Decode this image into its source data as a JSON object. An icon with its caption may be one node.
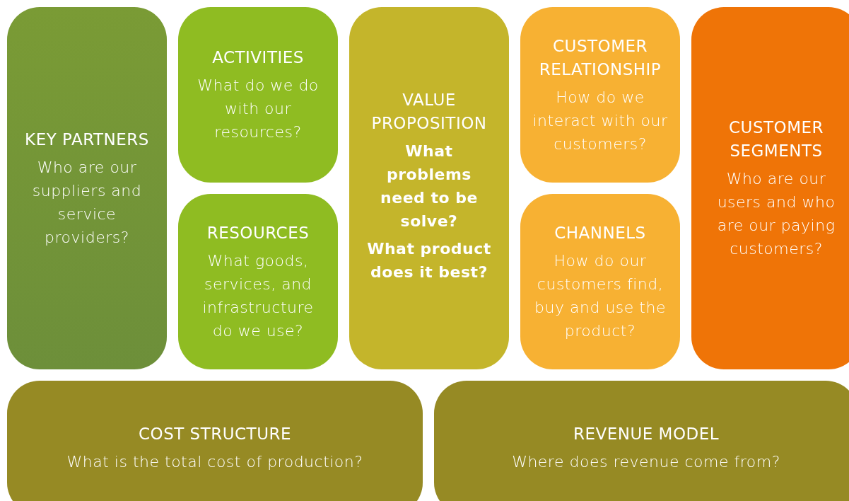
{
  "diagram": {
    "nodes": [
      {
        "text": [
          "KEY PARTNERS",
          "Who are our suppliers and service providers?"
        ]
      },
      {
        "text": [
          "ACTIVITIES",
          "What do we do with our resources?"
        ]
      },
      {
        "text": [
          "RESOURCES",
          "What goods, services, and infrastructure do we use?"
        ]
      },
      {
        "text": [
          "VALUE PROPOSITION",
          "What problems need to be solve?",
          "What product does it best?"
        ]
      },
      {
        "text": [
          "CUSTOMER RELATIONSHIP",
          "How do we interact with our customers?"
        ]
      },
      {
        "text": [
          "CHANNELS",
          "How do our customers find, buy and use the product?"
        ]
      },
      {
        "text": [
          "CUSTOMER SEGMENTS",
          "Who are our users and who are our paying customers?"
        ]
      },
      {
        "text": [
          "COST STRUCTURE",
          "What is the total cost of production?"
        ]
      },
      {
        "text": [
          "REVENUE MODEL",
          "Where does revenue come from?"
        ]
      }
    ],
    "edges": []
  }
}
